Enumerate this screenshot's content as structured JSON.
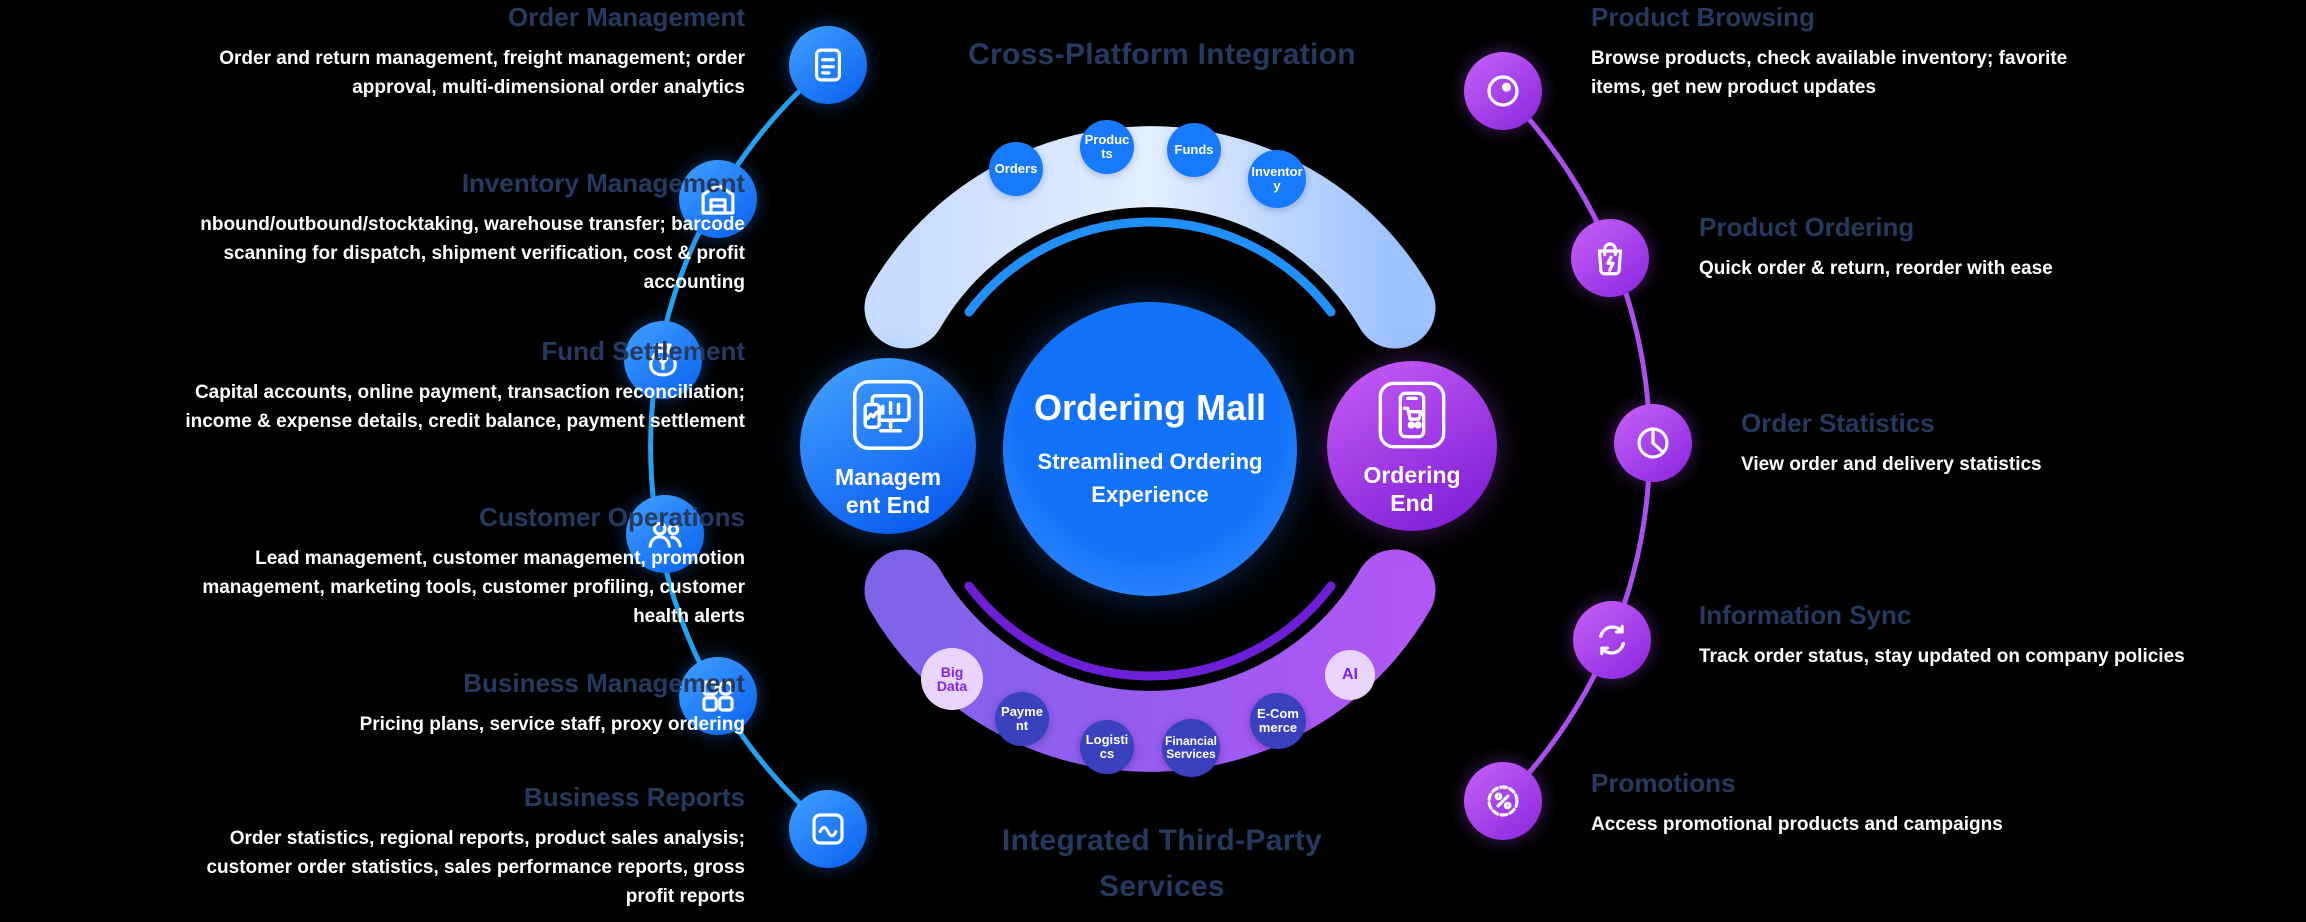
{
  "palette": {
    "background": "#000000",
    "heading_text": "#263a5f",
    "body_text": "#ffffff",
    "blue_primary": "#1677ff",
    "purple_primary": "#8e2be0",
    "dark_badge": "#3a41bd",
    "light_badge_bg": "#e9d4fb",
    "light_badge_text": "#8224e3"
  },
  "center": {
    "title": "Ordering Mall",
    "subtitle": "Streamlined Ordering Experience",
    "management_label": "Management End",
    "management_icon": "management-dashboard-icon",
    "ordering_label": "Ordering End",
    "ordering_icon": "ordering-mobile-icon"
  },
  "top_arc": {
    "title": "Cross-Platform Integration",
    "badges": [
      {
        "label": "Orders"
      },
      {
        "label": "Products"
      },
      {
        "label": "Funds"
      },
      {
        "label": "Inventory"
      }
    ]
  },
  "bottom_arc": {
    "title": "Integrated Third-Party Services",
    "badges": [
      {
        "label": "Big Data",
        "variant": "light"
      },
      {
        "label": "Payment",
        "variant": "dark"
      },
      {
        "label": "Logistics",
        "variant": "dark"
      },
      {
        "label": "Financial Services",
        "variant": "dark"
      },
      {
        "label": "E-Commerce",
        "variant": "dark"
      },
      {
        "label": "AI",
        "variant": "light"
      }
    ]
  },
  "left_features": [
    {
      "title": "Order Management",
      "icon": "document-icon",
      "description": "Order and return management, freight management; order approval, multi-dimensional order analytics"
    },
    {
      "title": "Inventory Management",
      "icon": "warehouse-icon",
      "description": "nbound/outbound/stocktaking, warehouse transfer; barcode scanning for dispatch, shipment verification, cost & profit accounting"
    },
    {
      "title": "Fund Settlement",
      "icon": "money-bag-icon",
      "description": "Capital accounts, online payment, transaction reconciliation; income & expense details, credit balance, payment settlement"
    },
    {
      "title": "Customer Operations",
      "icon": "customers-icon",
      "description": "Lead management, customer management, promotion management, marketing tools, customer profiling, customer health alerts"
    },
    {
      "title": "Business Management",
      "icon": "apps-grid-icon",
      "description": "Pricing plans, service staff, proxy ordering"
    },
    {
      "title": "Business Reports",
      "icon": "report-chart-icon",
      "description": "Order statistics, regional reports, product sales analysis; customer order statistics, sales performance reports, gross profit reports"
    }
  ],
  "right_features": [
    {
      "title": "Product Browsing",
      "icon": "eye-icon",
      "description": "Browse products, check available inventory; favorite items, get new product updates"
    },
    {
      "title": "Product Ordering",
      "icon": "shopping-bag-bolt-icon",
      "description": "Quick order & return, reorder with ease"
    },
    {
      "title": "Order Statistics",
      "icon": "pie-chart-icon",
      "description": "View order and delivery statistics"
    },
    {
      "title": "Information Sync",
      "icon": "sync-arrows-icon",
      "description": "Track order status, stay updated on company policies"
    },
    {
      "title": "Promotions",
      "icon": "discount-badge-icon",
      "description": "Access promotional products and campaigns"
    }
  ]
}
